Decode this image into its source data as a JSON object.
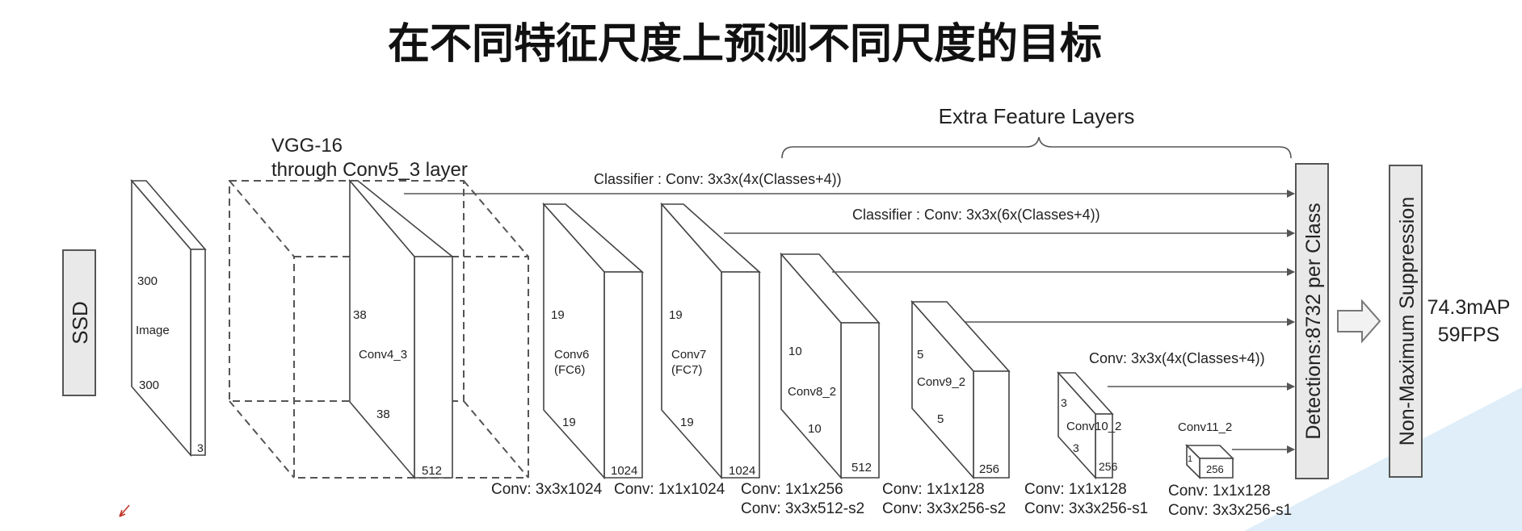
{
  "title": "在不同特征尺度上预测不同尺度的目标",
  "ssd_label": "SSD",
  "vgg": {
    "line1": "VGG-16",
    "line2": "through Conv5_3 layer"
  },
  "extra_label": "Extra Feature Layers",
  "image": {
    "h": "300",
    "name": "Image",
    "w": "300",
    "c": "3"
  },
  "conv4": {
    "h": "38",
    "name": "Conv4_3",
    "w": "38",
    "c": "512"
  },
  "conv6": {
    "h": "19",
    "name1": "Conv6",
    "name2": "(FC6)",
    "w": "19",
    "c": "1024",
    "conv": "Conv: 3x3x1024"
  },
  "conv7": {
    "h": "19",
    "name1": "Conv7",
    "name2": "(FC7)",
    "w": "19",
    "c": "1024",
    "conv": "Conv: 1x1x1024"
  },
  "conv8": {
    "h": "10",
    "name": "Conv8_2",
    "w": "10",
    "c": "512",
    "conv1": "Conv: 1x1x256",
    "conv2": "Conv:  3x3x512-s2"
  },
  "conv9": {
    "h": "5",
    "name": "Conv9_2",
    "w": "5",
    "c": "256",
    "conv1": "Conv: 1x1x128",
    "conv2": "Conv: 3x3x256-s2"
  },
  "conv10": {
    "h": "3",
    "name": "Conv10_2",
    "w": "3",
    "c": "256",
    "conv1": "Conv: 1x1x128",
    "conv2": "Conv: 3x3x256-s1"
  },
  "conv11": {
    "h": "1",
    "name": "Conv11_2",
    "c": "256",
    "conv1": "Conv: 1x1x128",
    "conv2": "Conv: 3x3x256-s1"
  },
  "classifier1": "Classifier : Conv: 3x3x(4x(Classes+4))",
  "classifier2": "Classifier : Conv: 3x3x(6x(Classes+4))",
  "classifier3": "Conv: 3x3x(4x(Classes+4))",
  "detections": "Detections:8732  per Class",
  "nms": "Non-Maximum Suppression",
  "result": {
    "map": "74.3mAP",
    "fps": "59FPS"
  }
}
